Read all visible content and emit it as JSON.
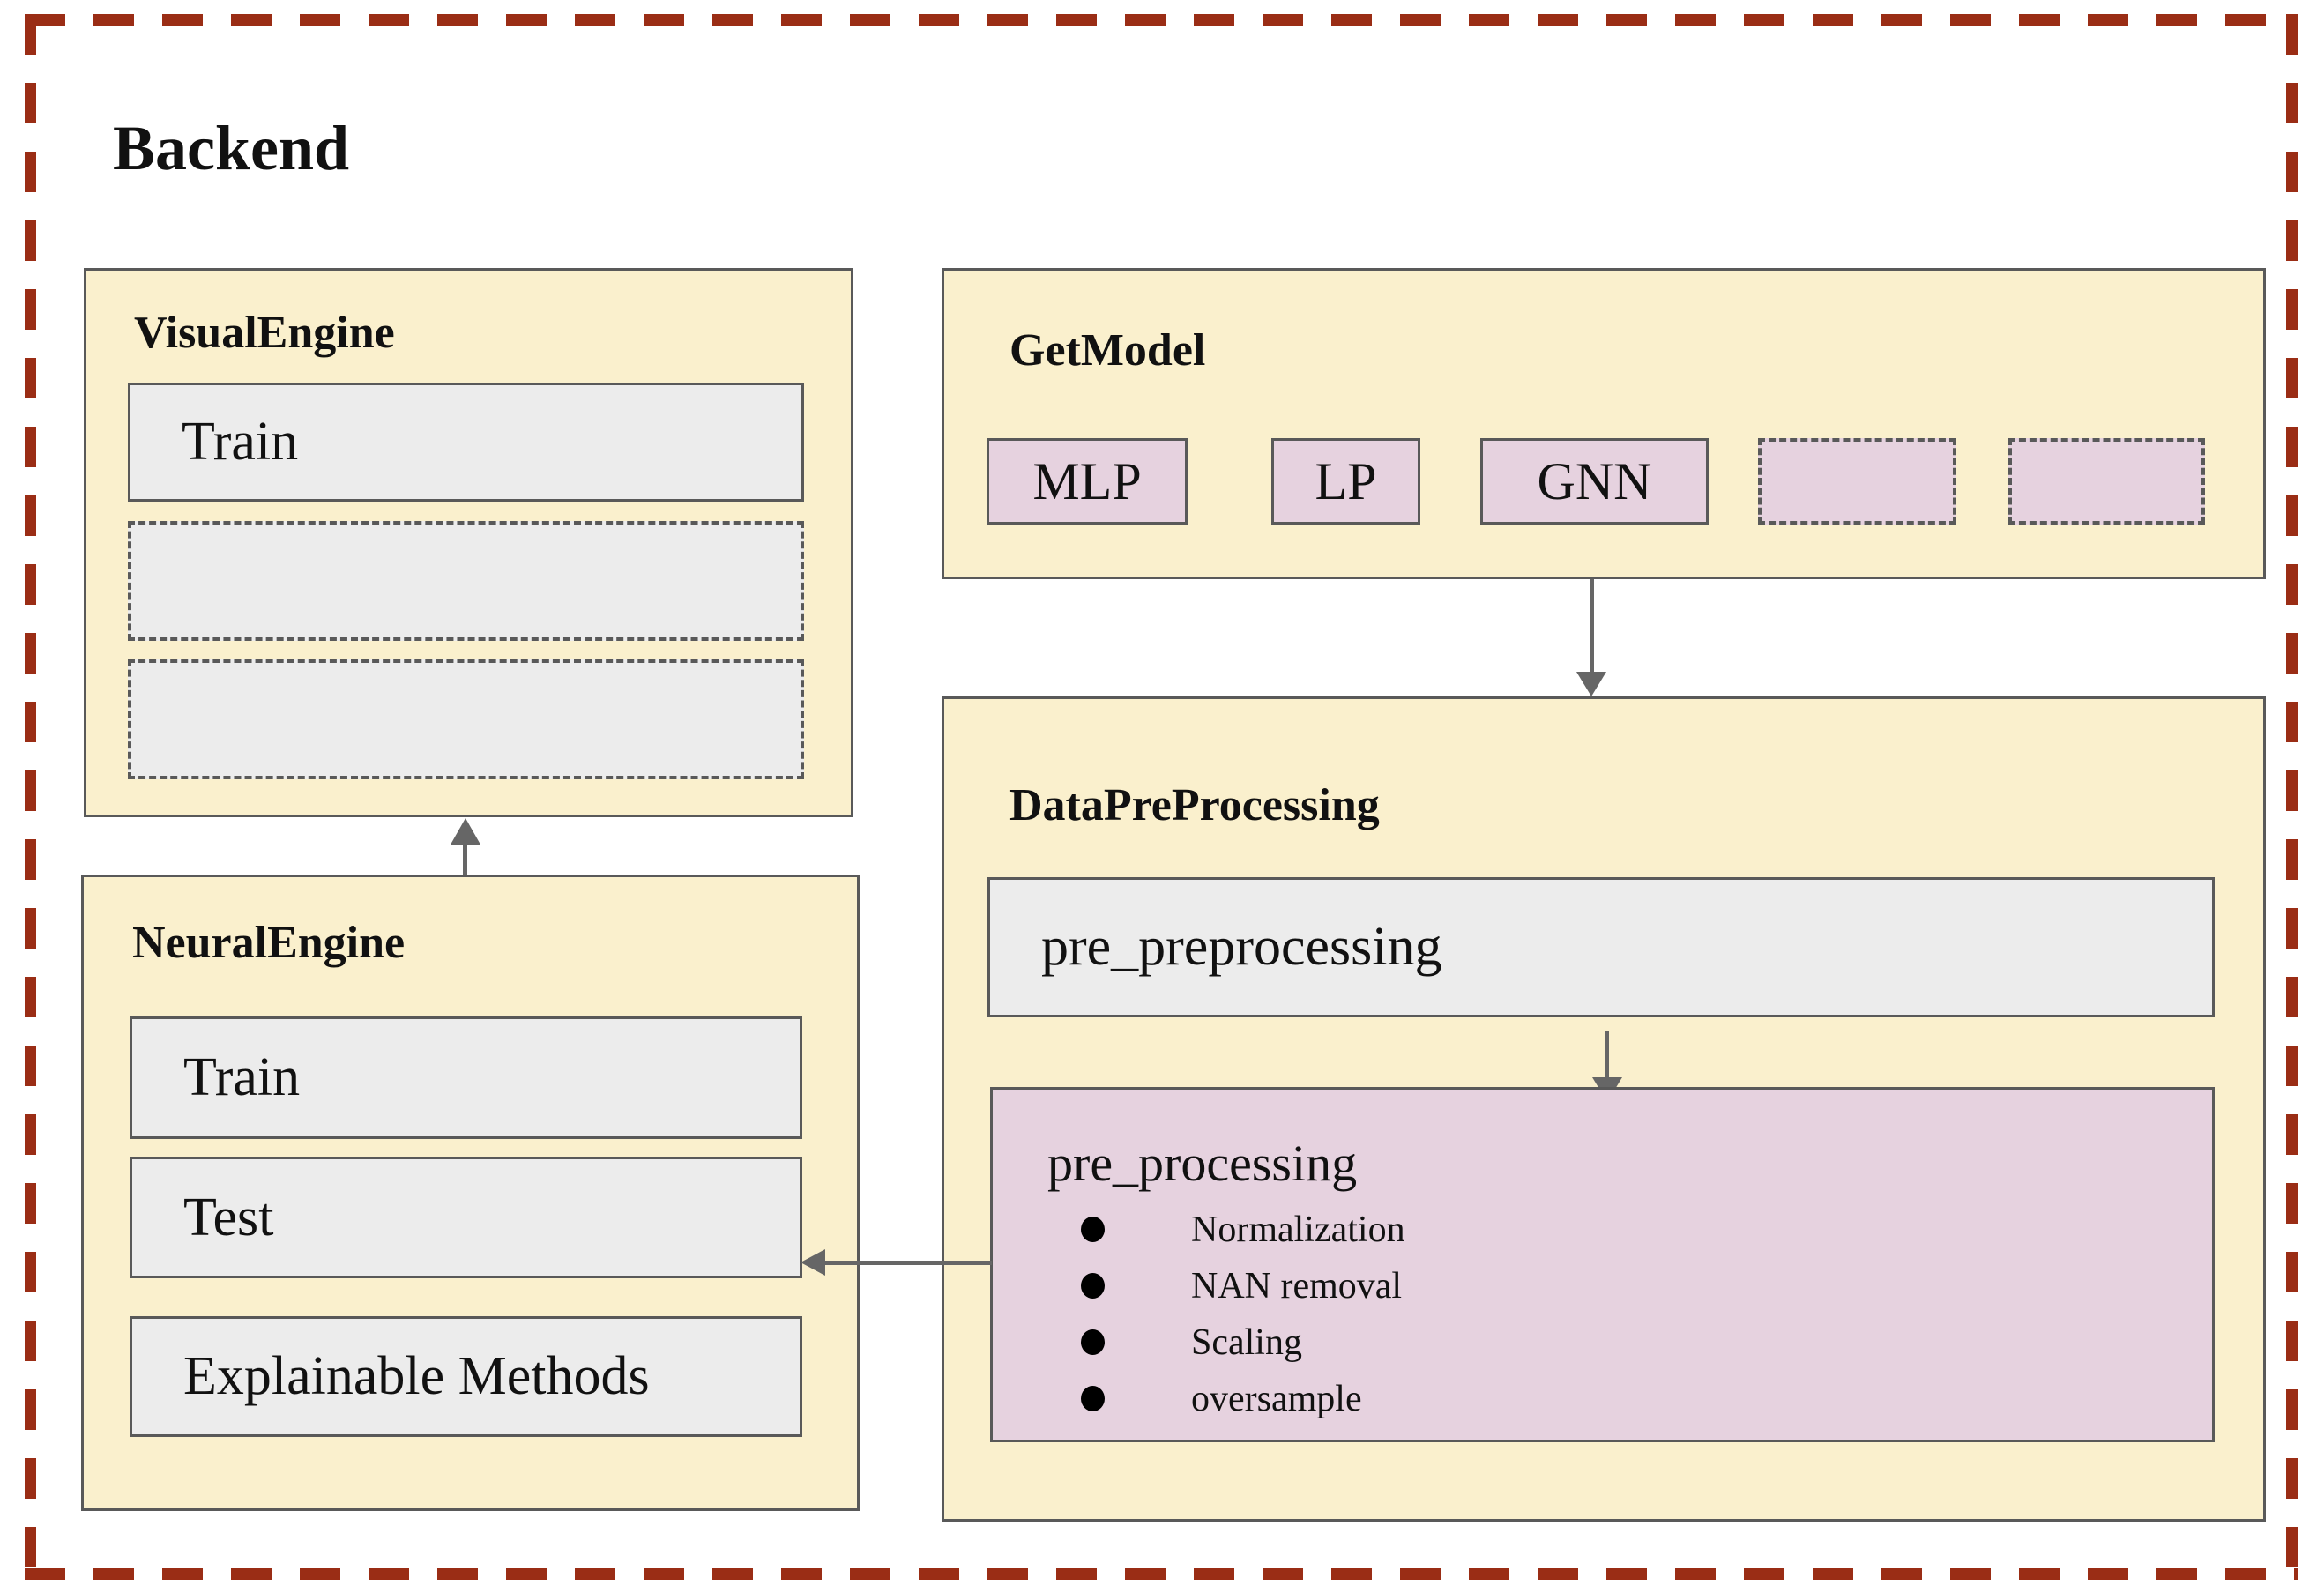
{
  "page": {
    "title": "Backend"
  },
  "colors": {
    "frame_red": "#9a2d15",
    "panel_cream": "#faf0cd",
    "item_gray": "#ececec",
    "item_pink": "#e6d2df",
    "border_gray": "#595959",
    "arrow_gray": "#666666"
  },
  "visual_engine": {
    "title": "VisualEngine",
    "items": [
      {
        "label": "Train",
        "style": "solid"
      },
      {
        "label": "",
        "style": "dashed"
      },
      {
        "label": "",
        "style": "dashed"
      }
    ]
  },
  "get_model": {
    "title": "GetModel",
    "models": [
      {
        "label": "MLP",
        "style": "solid"
      },
      {
        "label": "LP",
        "style": "solid"
      },
      {
        "label": "GNN",
        "style": "solid"
      },
      {
        "label": "",
        "style": "dashed"
      },
      {
        "label": "",
        "style": "dashed"
      }
    ]
  },
  "neural_engine": {
    "title": "NeuralEngine",
    "items": [
      {
        "label": "Train"
      },
      {
        "label": "Test"
      },
      {
        "label": "Explainable Methods"
      }
    ]
  },
  "data_preprocessing": {
    "title": "DataPreProcessing",
    "pre_preprocessing_label": "pre_preprocessing",
    "pre_processing": {
      "label": "pre_processing",
      "bullets": [
        "Normalization",
        "NAN removal",
        "Scaling",
        "oversample"
      ]
    }
  }
}
